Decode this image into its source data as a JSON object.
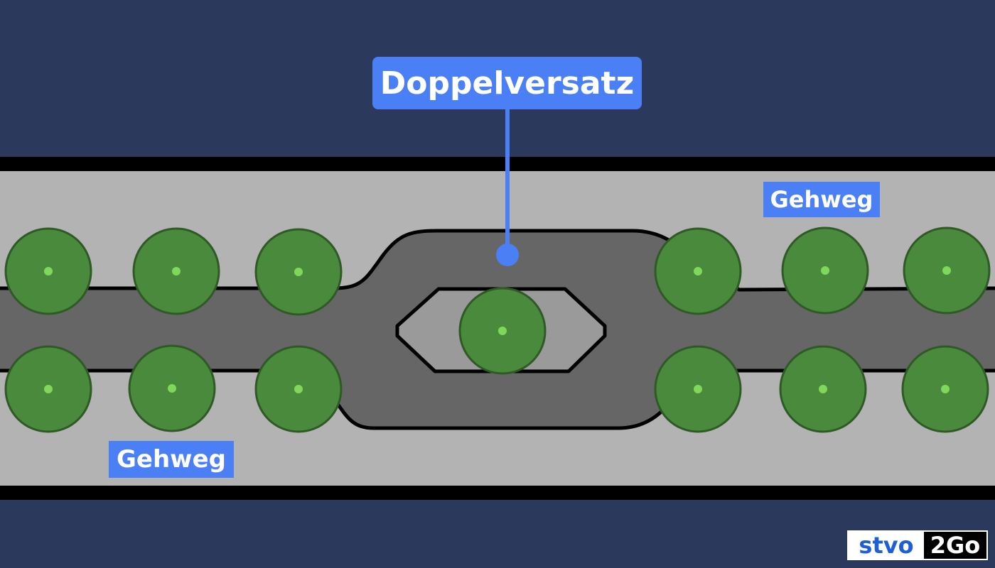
{
  "title": "Doppelversatz",
  "sidewalk_top_label": "Gehweg",
  "sidewalk_bottom_label": "Gehweg",
  "logo": {
    "part1": "stvo",
    "part2": "2Go"
  },
  "colors": {
    "background": "#2b3a5c",
    "sidewalk": "#b3b3b3",
    "road": "#666666",
    "curb": "#000000",
    "tree": "#4a8a3c",
    "tree_center": "#7fd85a",
    "accent": "#4a7ff5"
  },
  "trees": {
    "count": 13,
    "arrangement": "two rows of six along the road, one on the central island"
  }
}
